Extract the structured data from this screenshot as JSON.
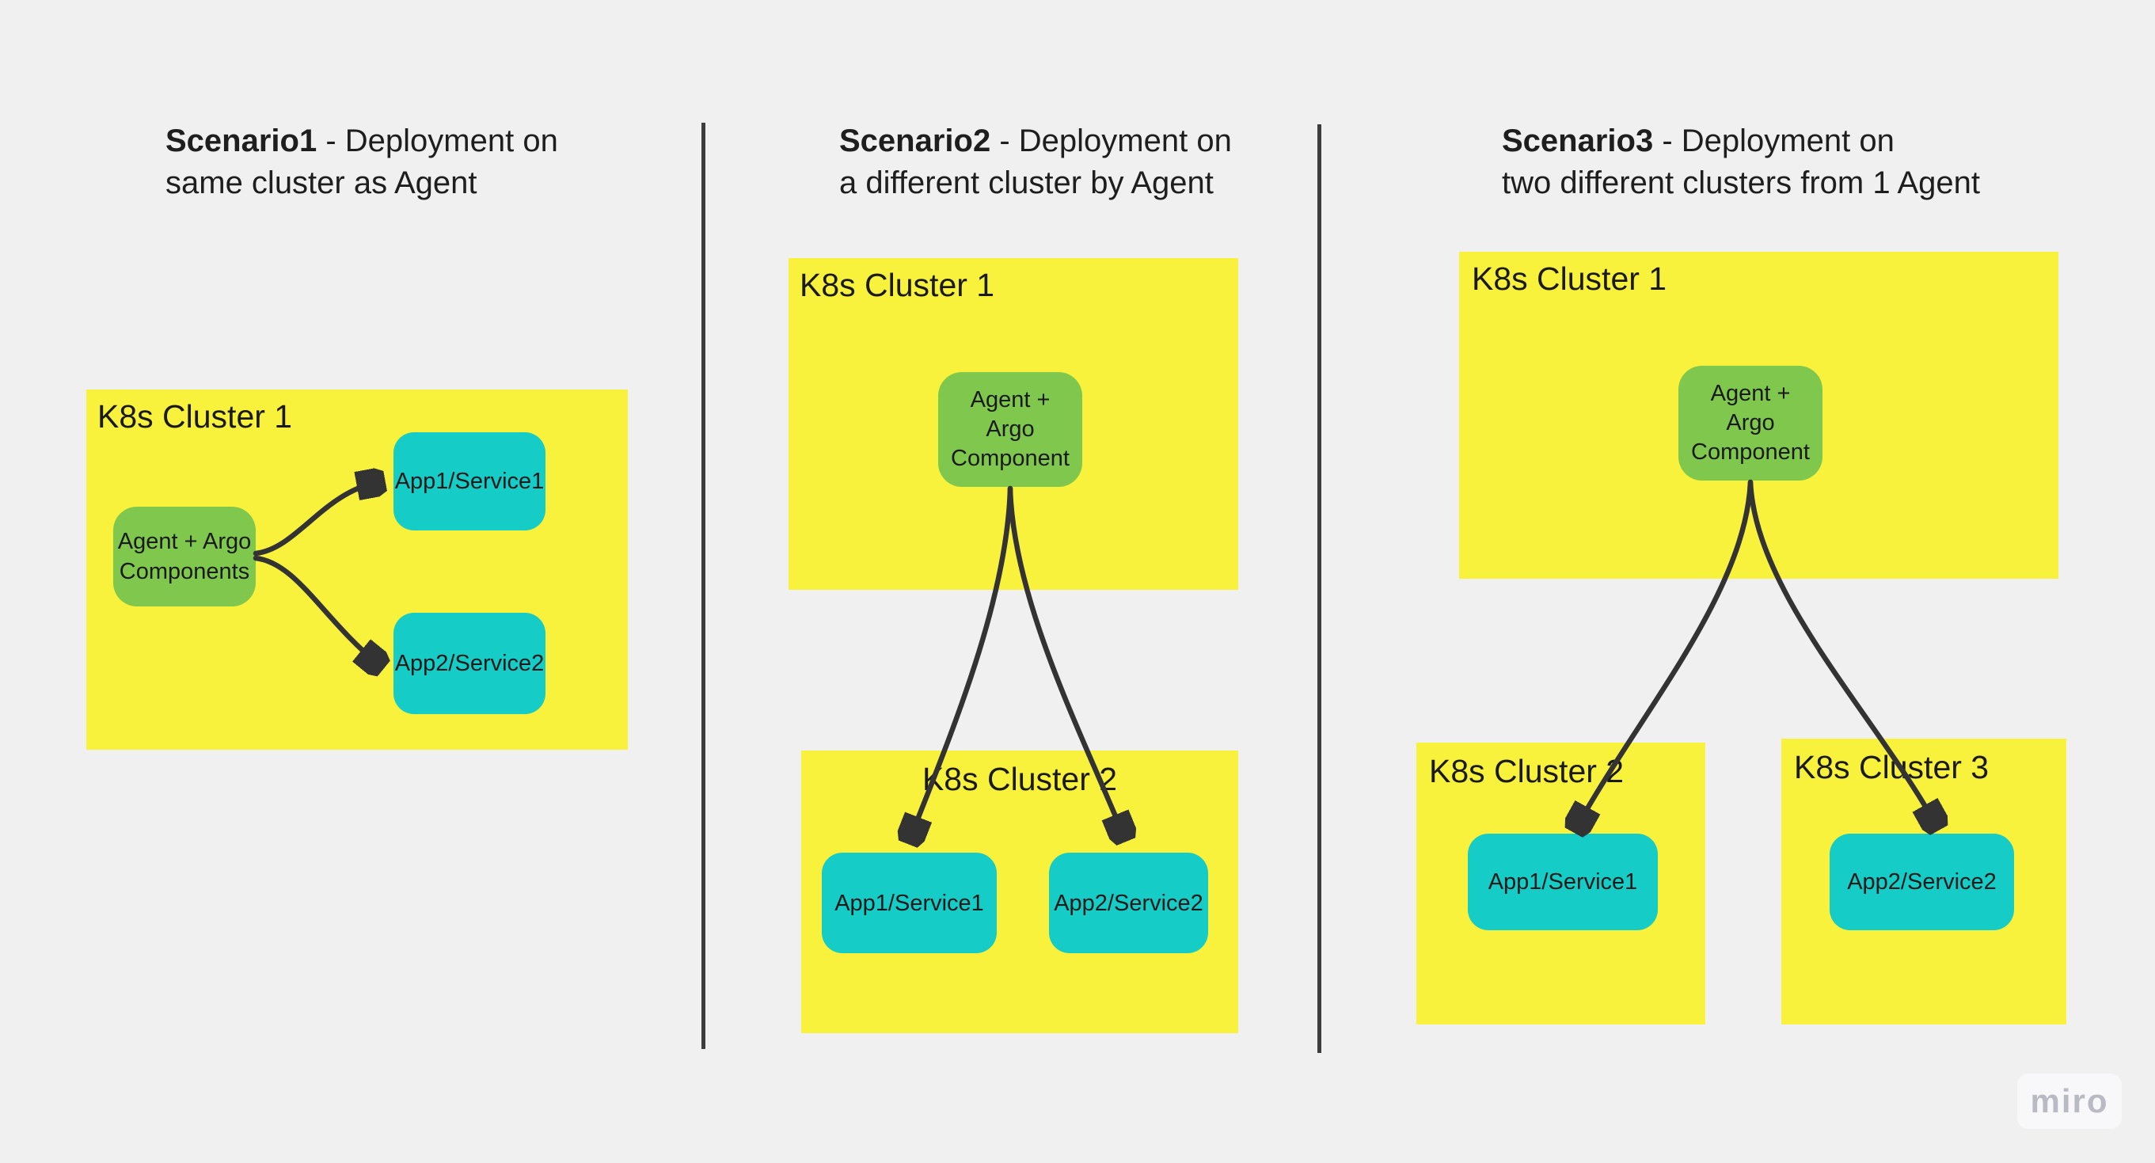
{
  "board": {
    "watermark": "miro",
    "background": "#f1f0f1"
  },
  "colors": {
    "sticky_yellow": "#f8f23c",
    "node_green": "#7fc84d",
    "node_teal": "#15ccc6",
    "connector_dark": "#333333",
    "divider_dark": "#3d3d3d",
    "text_dark": "#1a1a1a",
    "watermark_text": "#b9bac4"
  },
  "scenario1": {
    "title": {
      "bold": "Scenario1",
      "rest": " - Deployment on",
      "line2": "same cluster as Agent"
    },
    "cluster1_label": "K8s Cluster 1",
    "agent_line1": "Agent + Argo",
    "agent_line2": "Components",
    "app1_label": "App1/Service1",
    "app2_label": "App2/Service2"
  },
  "scenario2": {
    "title": {
      "bold": "Scenario2",
      "rest": " - Deployment on",
      "line2": "a different cluster by Agent"
    },
    "cluster1_label": "K8s Cluster 1",
    "cluster2_label": "K8s Cluster 2",
    "agent_line1": "Agent +",
    "agent_line2": "Argo",
    "agent_line3": "Component",
    "app1_label": "App1/Service1",
    "app2_label": "App2/Service2"
  },
  "scenario3": {
    "title": {
      "bold": "Scenario3",
      "rest": " - Deployment on",
      "line2": "two different clusters from 1 Agent"
    },
    "cluster1_label": "K8s Cluster 1",
    "cluster2_label": "K8s Cluster 2",
    "cluster3_label": "K8s Cluster 3",
    "agent_line1": "Agent +",
    "agent_line2": "Argo",
    "agent_line3": "Component",
    "app1_label": "App1/Service1",
    "app2_label": "App2/Service2"
  }
}
